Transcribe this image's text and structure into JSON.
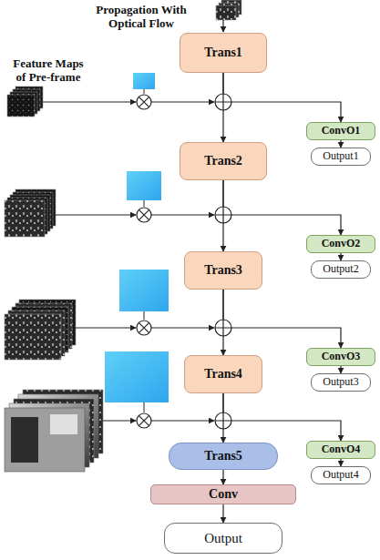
{
  "diagram": {
    "nodes": [
      {
        "text": [
          "Trans1"
        ]
      },
      {
        "text": [
          "ConvO1"
        ]
      },
      {
        "text": [
          "Output1"
        ]
      },
      {
        "text": [
          "Trans2"
        ]
      },
      {
        "text": [
          "ConvO2"
        ]
      },
      {
        "text": [
          "Output2"
        ]
      },
      {
        "text": [
          "Trans3"
        ]
      },
      {
        "text": [
          "ConvO3"
        ]
      },
      {
        "text": [
          "Output3"
        ]
      },
      {
        "text": [
          "Trans4"
        ]
      },
      {
        "text": [
          "ConvO4"
        ]
      },
      {
        "text": [
          "Output4"
        ]
      },
      {
        "text": [
          "Trans5"
        ]
      },
      {
        "text": [
          "Conv"
        ]
      },
      {
        "text": [
          "Output"
        ]
      }
    ],
    "edges": [
      {
        "from": 0,
        "to": 3,
        "arrow": "to"
      },
      {
        "from": 0,
        "to": 1,
        "arrow": "to"
      },
      {
        "from": 1,
        "to": 2,
        "arrow": "to"
      },
      {
        "from": 3,
        "to": 6,
        "arrow": "to"
      },
      {
        "from": 3,
        "to": 4,
        "arrow": "to"
      },
      {
        "from": 4,
        "to": 5,
        "arrow": "to"
      },
      {
        "from": 6,
        "to": 9,
        "arrow": "to"
      },
      {
        "from": 6,
        "to": 7,
        "arrow": "to"
      },
      {
        "from": 7,
        "to": 8,
        "arrow": "to"
      },
      {
        "from": 9,
        "to": 12,
        "arrow": "to"
      },
      {
        "from": 9,
        "to": 10,
        "arrow": "to"
      },
      {
        "from": 10,
        "to": 11,
        "arrow": "to"
      },
      {
        "from": 12,
        "to": 13,
        "arrow": "to"
      },
      {
        "from": 13,
        "to": 14,
        "arrow": "to"
      }
    ],
    "labels": [
      "Propagation With Optical Flow",
      "Feature Maps of Pre-frame"
    ]
  }
}
